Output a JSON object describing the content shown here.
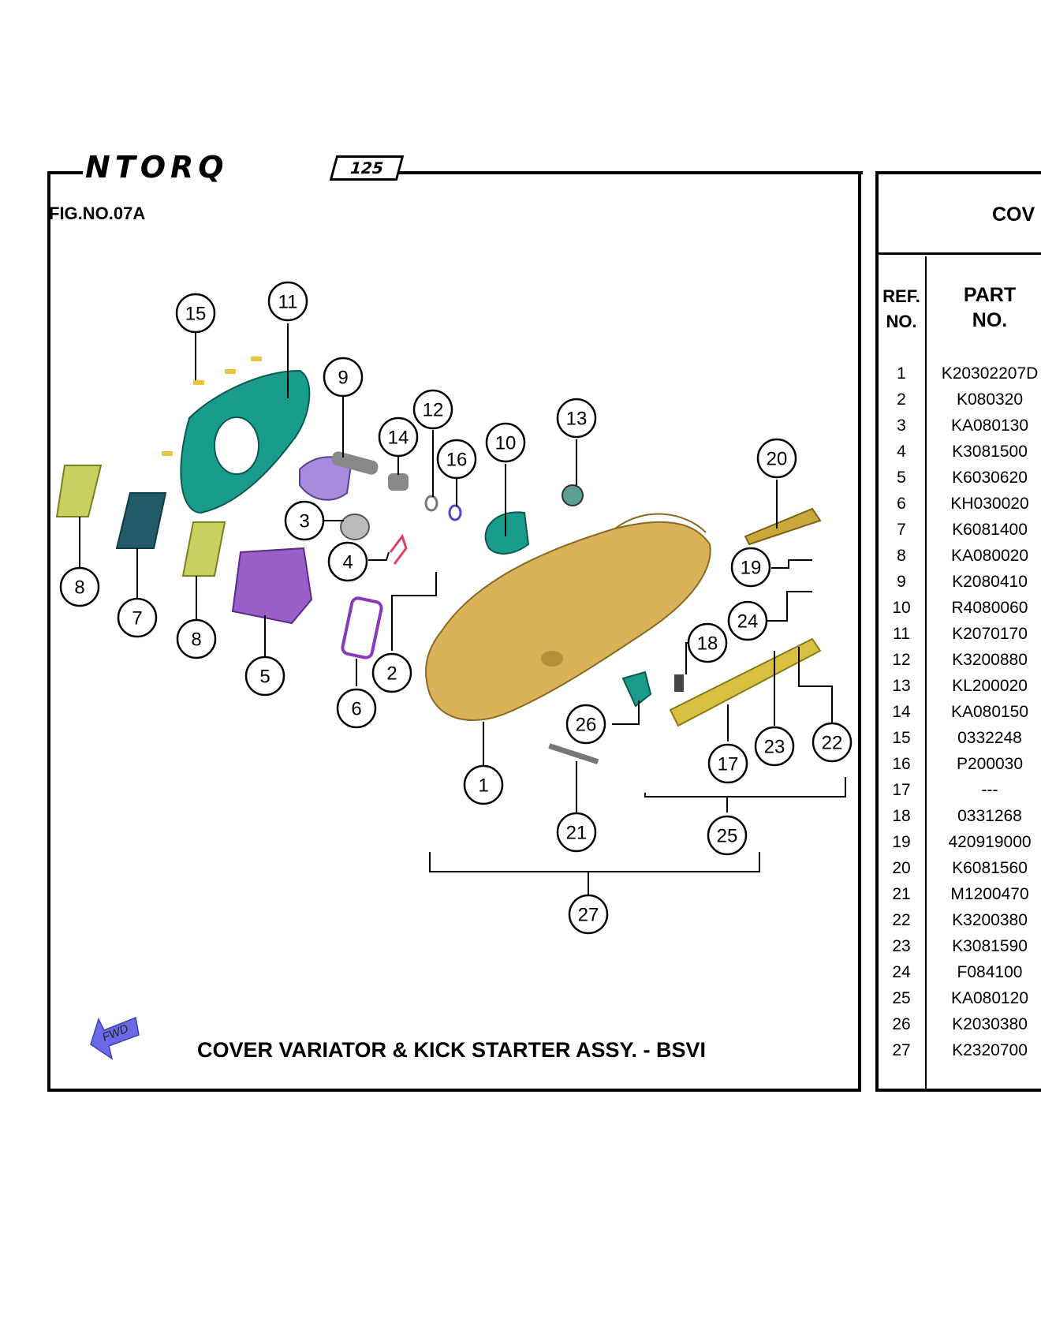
{
  "header": {
    "logo_text": "NTORQ",
    "logo_badge": "125"
  },
  "figure": {
    "fig_no": "FIG.NO.07A",
    "title": "COVER VARIATOR & KICK STARTER ASSY. - BSVI",
    "fwd_label": "FWD",
    "callouts": [
      "1",
      "2",
      "3",
      "4",
      "5",
      "6",
      "7",
      "8",
      "8",
      "9",
      "10",
      "11",
      "12",
      "13",
      "14",
      "15",
      "16",
      "17",
      "18",
      "19",
      "20",
      "21",
      "22",
      "23",
      "24",
      "25",
      "26",
      "27"
    ]
  },
  "table": {
    "title": "COV",
    "ref_header_1": "REF.",
    "ref_header_2": "NO.",
    "part_header_1": "PART",
    "part_header_2": "NO.",
    "rows": [
      {
        "ref": "1",
        "part": "K20302207D"
      },
      {
        "ref": "2",
        "part": "K080320"
      },
      {
        "ref": "3",
        "part": "KA080130"
      },
      {
        "ref": "4",
        "part": "K3081500"
      },
      {
        "ref": "5",
        "part": "K6030620"
      },
      {
        "ref": "6",
        "part": "KH030020"
      },
      {
        "ref": "7",
        "part": "K6081400"
      },
      {
        "ref": "8",
        "part": "KA080020"
      },
      {
        "ref": "9",
        "part": "K2080410"
      },
      {
        "ref": "10",
        "part": "R4080060"
      },
      {
        "ref": "11",
        "part": "K2070170"
      },
      {
        "ref": "12",
        "part": "K3200880"
      },
      {
        "ref": "13",
        "part": "KL200020"
      },
      {
        "ref": "14",
        "part": "KA080150"
      },
      {
        "ref": "15",
        "part": "0332248"
      },
      {
        "ref": "16",
        "part": "P200030"
      },
      {
        "ref": "17",
        "part": "---"
      },
      {
        "ref": "18",
        "part": "0331268"
      },
      {
        "ref": "19",
        "part": "420919000"
      },
      {
        "ref": "20",
        "part": "K6081560"
      },
      {
        "ref": "21",
        "part": "M1200470"
      },
      {
        "ref": "22",
        "part": "K3200380"
      },
      {
        "ref": "23",
        "part": "K3081590"
      },
      {
        "ref": "24",
        "part": "F084100"
      },
      {
        "ref": "25",
        "part": "KA080120"
      },
      {
        "ref": "26",
        "part": "K2030380"
      },
      {
        "ref": "27",
        "part": "K2320700"
      }
    ]
  }
}
